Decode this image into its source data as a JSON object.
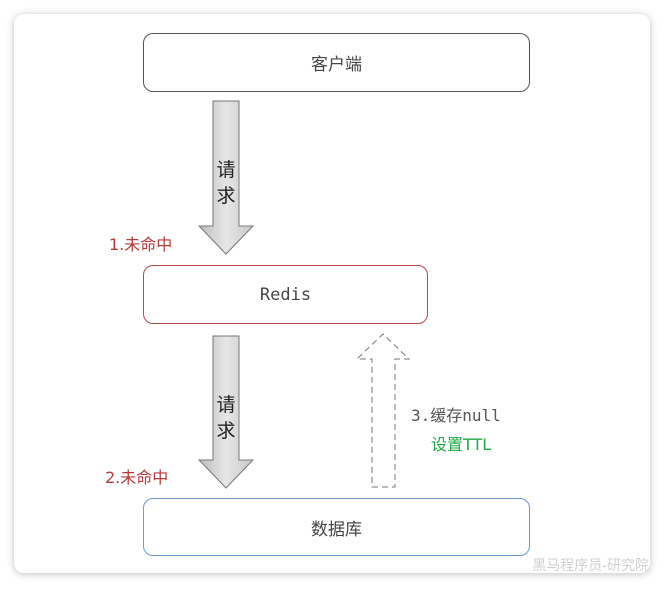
{
  "nodes": {
    "client": "客户端",
    "redis": "Redis",
    "database": "数据库"
  },
  "arrows": {
    "request1": "请\n求",
    "request2": "请\n求",
    "request1_chars": [
      "请",
      "求"
    ],
    "request2_chars": [
      "请",
      "求"
    ]
  },
  "labels": {
    "miss1": "1.未命中",
    "miss2": "2.未命中",
    "cache_null": "3.缓存null",
    "set_ttl": "设置TTL"
  },
  "watermark": "黑马程序员-研究院",
  "colors": {
    "miss": "#b43a3a",
    "ttl": "#23a94a",
    "redis_border": "#b84a4a",
    "db_border": "#6a9ad6"
  }
}
